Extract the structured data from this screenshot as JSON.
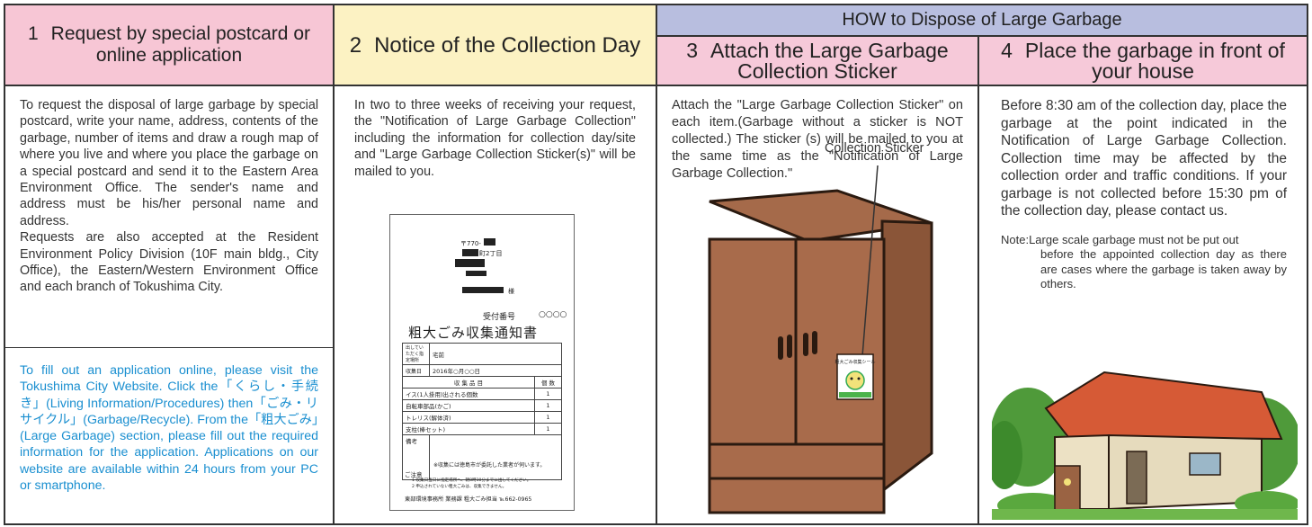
{
  "section_header": "HOW to Dispose of Large Garbage",
  "steps": [
    {
      "number": "1",
      "title": "Request by special postcard or online application",
      "paragraphs": [
        "To request the disposal of large garbage by special postcard, write your name, address, contents of the garbage, number of items and draw a rough map of where you live and where you place the garbage on a special postcard and send it to the Eastern Area Environment Office. The sender's name and address must be his/her personal name and address.",
        "Requests are also accepted at the Resident Environment Policy Division (10F main bldg., City Office), the Eastern/Western Environment Office and each branch of Tokushima City."
      ],
      "online_text": "To fill out an application online, please visit the Tokushima City Website. Click the「くらし・手続き」(Living Information/Procedures) then「ごみ・リサイクル」(Garbage/Recycle). From the「粗大ごみ」(Large Garbage) section, please fill out the required information for the application. Applications on our website are available within 24 hours from your PC or smartphone."
    },
    {
      "number": "2",
      "title": "Notice of the Collection Day",
      "paragraphs": [
        "In two to three weeks of receiving your request, the \"Notification of Large Garbage Collection\" including the information for collection day/site and \"Large Garbage Collection Sticker(s)\" will be mailed to you."
      ],
      "card": {
        "postal": "〒770-",
        "town": "町2丁目",
        "honorific": "様",
        "receipt_no_label": "受付番号",
        "receipt_no": "○○○○",
        "title": "粗大ごみ収集通知書",
        "site_label": "出していただく指定場所",
        "site_value": "宅前",
        "date_label": "収集日",
        "date_value": "2016年○月○○日",
        "items_header": "収 集 品 目",
        "count_header": "個 数",
        "items": [
          {
            "name": "イス(1人掛用)出される個数",
            "count": "1"
          },
          {
            "name": "自転車部品(かご)",
            "count": "1"
          },
          {
            "name": "トレリス(解体済)",
            "count": "1"
          },
          {
            "name": "支柱(棒セット)",
            "count": "1"
          }
        ],
        "remarks_label": "備考",
        "contractor_note": "※収集には徳島市が委託した業者が伺います。",
        "caution_label": "ご注意",
        "caution_1": "1 収集日当日に指定場所へ、朝8時30分までに出してください。",
        "caution_2": "2 申込されていない粗大ごみは、収集できません。",
        "office": "東部環境事務所 業務課 粗大ごみ担当 ℡662-0965"
      }
    },
    {
      "number": "3",
      "title": "Attach the Large Garbage Collection Sticker",
      "paragraphs": [
        "Attach the \"Large Garbage Collection Sticker\" on each item.(Garbage without a sticker is NOT collected.) The sticker (s) will be mailed to you at the same time as the \"Notification of Large Garbage Collection.\""
      ],
      "sticker_label": "Collection Sticker",
      "sticker_text": "粗大ごみ収集シール"
    },
    {
      "number": "4",
      "title": "Place the garbage in front of your house",
      "paragraphs": [
        "Before 8:30 am of the collection day, place the garbage at the point indicated in the Notification of Large Garbage Collection. Collection time may be affected by the collection order and traffic conditions. If your garbage is not collected before 15:30 pm of the collection day, please contact us."
      ],
      "note_prefix": "Note:",
      "note_first": "Large scale garbage must not be put out",
      "note_rest": "before the appointed collection day as there are cases where the garbage is taken away by others."
    }
  ],
  "colors": {
    "step1_header": "#f7c6d5",
    "step2_header": "#fcf2c3",
    "how_band": "#b8bedf",
    "steps34_header": "#f6c9d9",
    "online_text": "#1a8fd0"
  }
}
